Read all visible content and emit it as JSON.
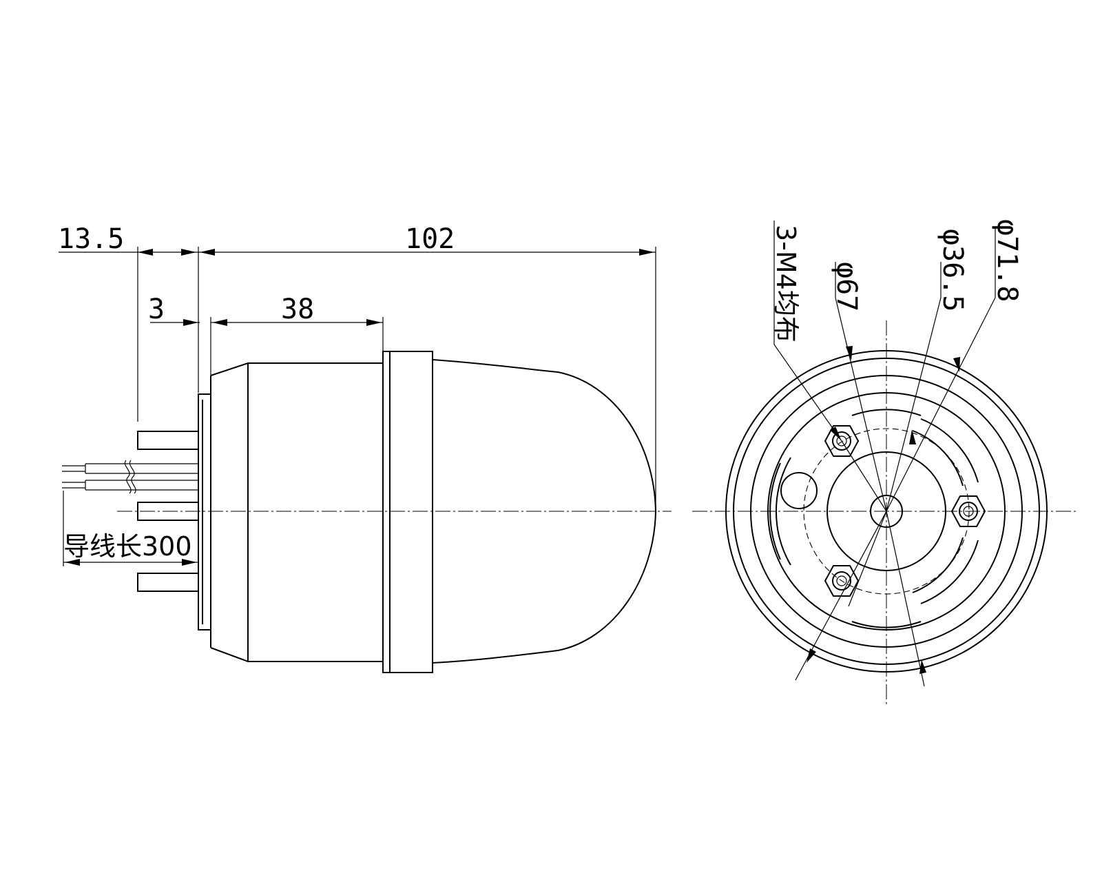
{
  "side_view": {
    "dimensions": {
      "flange_to_pins": "13.5",
      "overall_length": "102",
      "base_plate": "3",
      "body_length": "38"
    },
    "wire_note": "导线长300"
  },
  "front_view": {
    "mount_holes": "3-M4均布",
    "diameters": {
      "d1": "φ67",
      "d2": "φ36.5",
      "d3": "φ71.8"
    }
  }
}
